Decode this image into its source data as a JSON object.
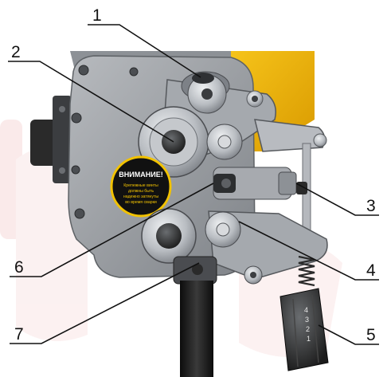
{
  "callouts": [
    {
      "id": "1",
      "label": "1"
    },
    {
      "id": "2",
      "label": "2"
    },
    {
      "id": "3",
      "label": "3"
    },
    {
      "id": "4",
      "label": "4"
    },
    {
      "id": "5",
      "label": "5"
    },
    {
      "id": "6",
      "label": "6"
    },
    {
      "id": "7",
      "label": "7"
    }
  ],
  "warning_sticker": {
    "title": "ВНИМАНИЕ!",
    "lines": [
      "Крепежные винты",
      "должны быть",
      "надежно затянуты",
      "во время сварки"
    ]
  },
  "dial_marks": [
    "4",
    "3",
    "2",
    "1"
  ],
  "colors": {
    "housing": "#9fa3a8",
    "housing_dark": "#5e6266",
    "roller": "#c9ccd0",
    "knob": "#202020",
    "yellow_part": "#f2b705",
    "watermark": "#f3d6d6",
    "leader_line": "#111111"
  }
}
